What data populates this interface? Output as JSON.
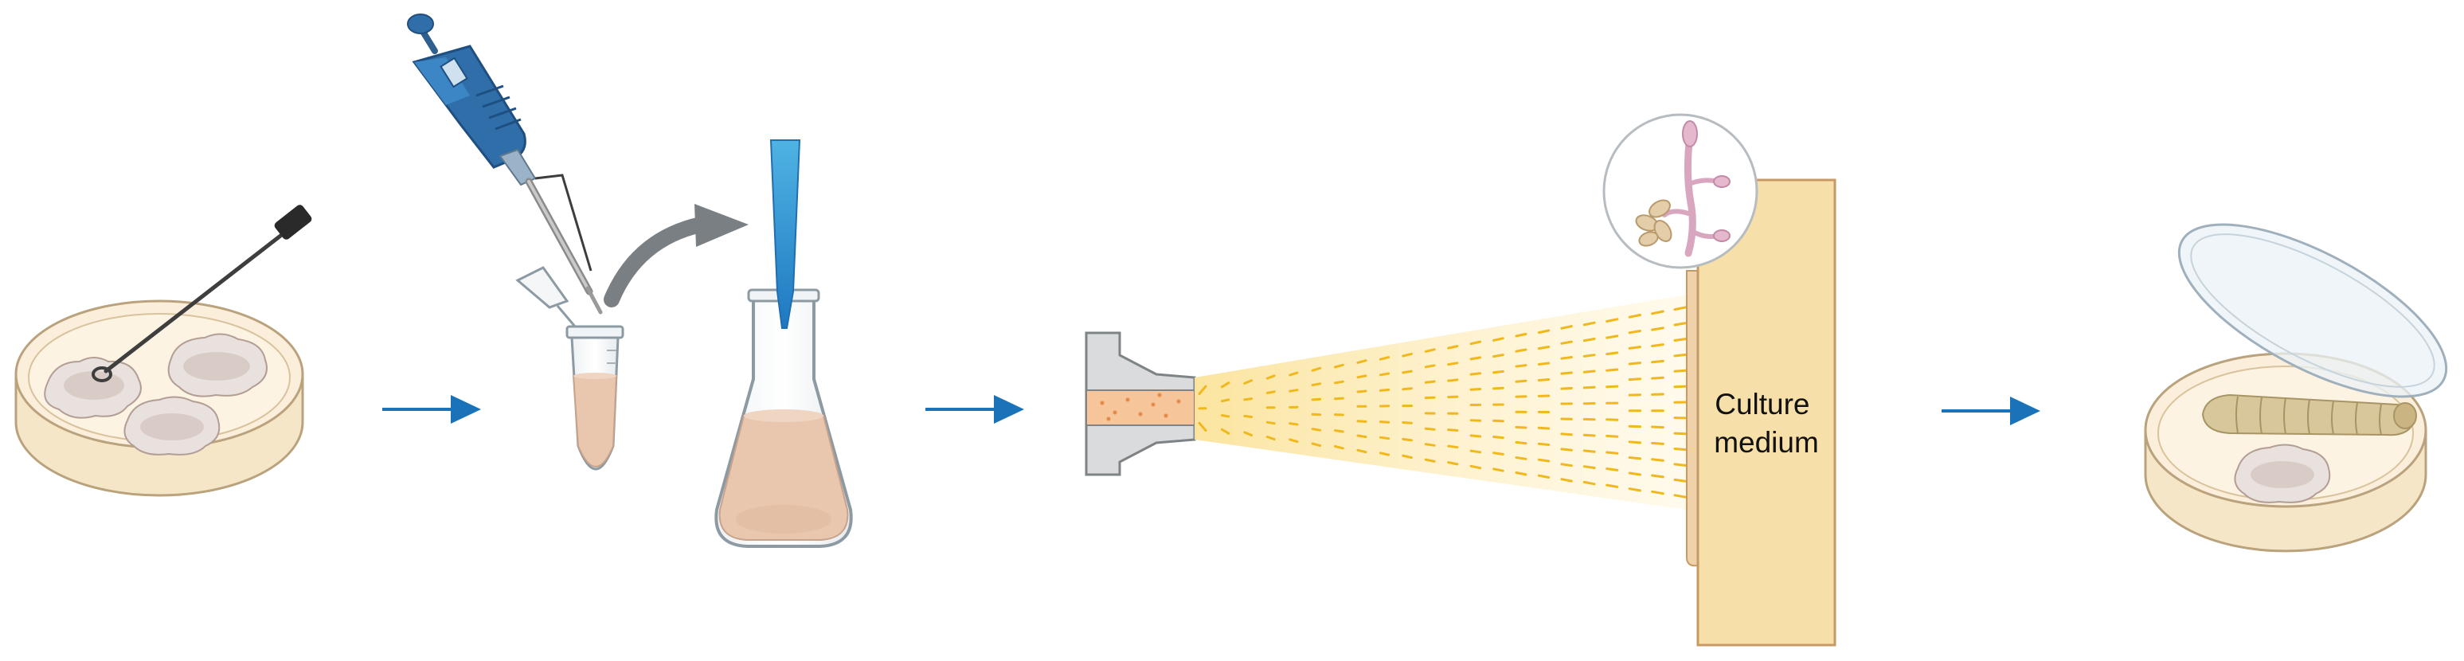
{
  "diagram": {
    "steps": [
      {
        "id": "petri-dish-culture",
        "icon": "petri-dish-with-inoculation-loop-icon"
      },
      {
        "id": "micropipette-transfer",
        "icon": "micropipette-icon"
      },
      {
        "id": "microcentrifuge-tube",
        "icon": "microcentrifuge-tube-icon"
      },
      {
        "id": "erlenmeyer-flask",
        "icon": "erlenmeyer-flask-with-tip-icon"
      },
      {
        "id": "spray-nozzle",
        "icon": "spray-nozzle-icon"
      },
      {
        "id": "culture-medium-block",
        "icon": "culture-medium-block-icon"
      },
      {
        "id": "fungal-hyphae-magnified",
        "icon": "fungal-hyphae-icon"
      },
      {
        "id": "infected-larva-dish",
        "icon": "petri-dish-with-larva-icon"
      }
    ],
    "culture_medium_label": [
      "Culture",
      "medium"
    ],
    "colors": {
      "arrow_blue": "#1a73b8",
      "agar": "#fbeedb",
      "medium": "#f7dfa9",
      "pipette_blue": "#2f6ea8",
      "spray": "#f4c233",
      "liquid": "#e9c7ae"
    }
  }
}
